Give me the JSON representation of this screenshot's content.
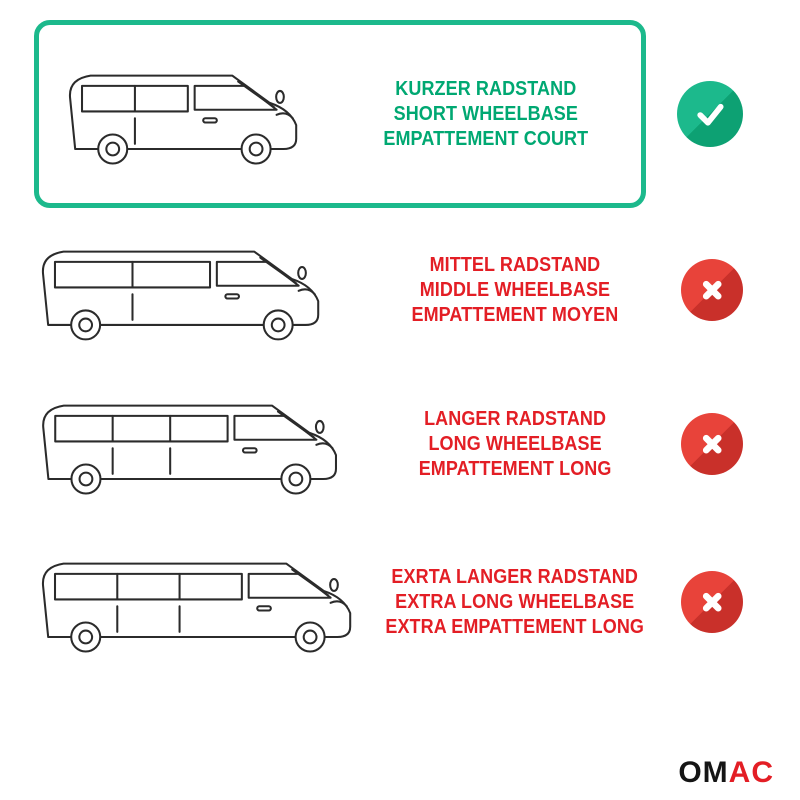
{
  "rows": [
    {
      "labels": [
        "KURZER RADSTAND",
        "SHORT WHEELBASE",
        "EMPATTEMENT COURT"
      ],
      "status": "selected-check",
      "van": "short"
    },
    {
      "labels": [
        "MITTEL RADSTAND",
        "MIDDLE WHEELBASE",
        "EMPATTEMENT MOYEN"
      ],
      "status": "rejected-cross",
      "van": "middle"
    },
    {
      "labels": [
        "LANGER RADSTAND",
        "LONG WHEELBASE",
        "EMPATTEMENT LONG"
      ],
      "status": "rejected-cross",
      "van": "long"
    },
    {
      "labels": [
        "EXRTA LANGER RADSTAND",
        "EXTRA LONG WHEELBASE",
        "EXTRA EMPATTEMENT LONG"
      ],
      "status": "rejected-cross",
      "van": "extra_long"
    }
  ],
  "vans": {
    "short": {
      "length": 300
    },
    "middle": {
      "length": 358
    },
    "long": {
      "length": 378
    },
    "extra_long": {
      "length": 395
    }
  },
  "colors": {
    "green": "#1cb98c",
    "green_dark": "#0da173",
    "green_text": "#00a872",
    "red": "#e8433a",
    "red_dark": "#c9302a",
    "red_text": "#e31e25",
    "ink": "#2b2b2b"
  },
  "logo": {
    "primary": "OM",
    "accent": "AC"
  }
}
